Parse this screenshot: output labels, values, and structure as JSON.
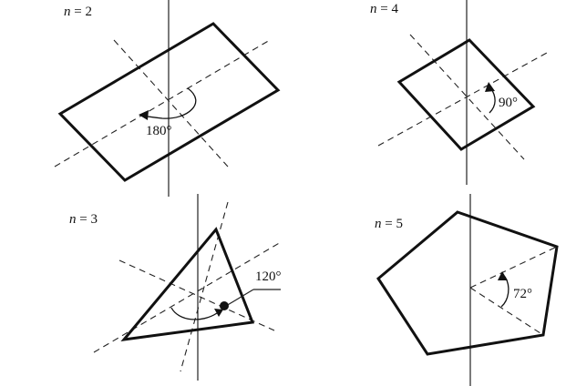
{
  "panels": [
    {
      "id": "n2",
      "n_var": "n",
      "n_eq": " = 2",
      "angle": "180°"
    },
    {
      "id": "n4",
      "n_var": "n",
      "n_eq": " = 4",
      "angle": "90°"
    },
    {
      "id": "n3",
      "n_var": "n",
      "n_eq": " = 3",
      "angle": "120°"
    },
    {
      "id": "n5",
      "n_var": "n",
      "n_eq": " = 5",
      "angle": "72°"
    }
  ]
}
